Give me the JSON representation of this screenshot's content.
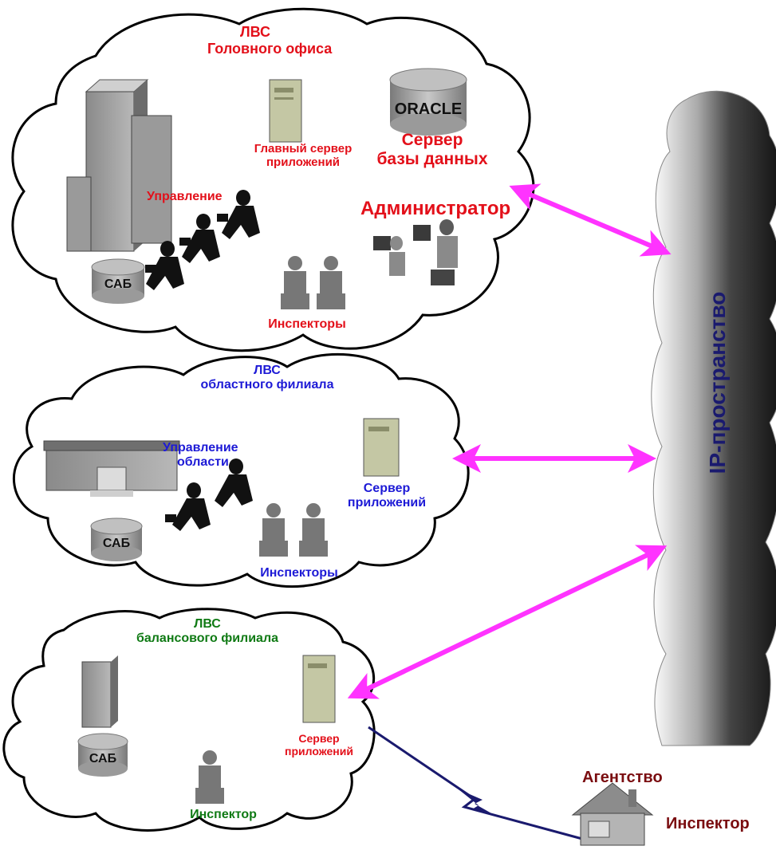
{
  "head_office": {
    "title_line1": "ЛВС",
    "title_line2": "Головного офиса",
    "main_server_line1": "Главный сервер",
    "main_server_line2": "приложений",
    "db_server_line1": "Сервер",
    "db_server_line2": "базы данных",
    "oracle_label": "ORACLE",
    "management": "Управление",
    "administrator": "Администратор",
    "inspectors": "Инспекторы",
    "saab": "САБ"
  },
  "regional": {
    "title_line1": "ЛВС",
    "title_line2": "областного филиала",
    "management_line1": "Управление",
    "management_line2": "области",
    "server_line1": "Сервер",
    "server_line2": "приложений",
    "inspectors": "Инспекторы",
    "saab": "САБ"
  },
  "balance": {
    "title_line1": "ЛВС",
    "title_line2": "балансового филиала",
    "server_line1": "Сервер",
    "server_line2": "приложений",
    "inspector": "Инспектор",
    "saab": "САБ"
  },
  "ip_space": "IP-пространство",
  "agency": {
    "title": "Агентство",
    "inspector": "Инспектор"
  },
  "colors": {
    "red": "#e3101a",
    "blue": "#1d1ad6",
    "green": "#0f7a14",
    "maroon": "#7a0d10",
    "magenta": "#ff33ff",
    "navy": "#1a1a6e"
  }
}
